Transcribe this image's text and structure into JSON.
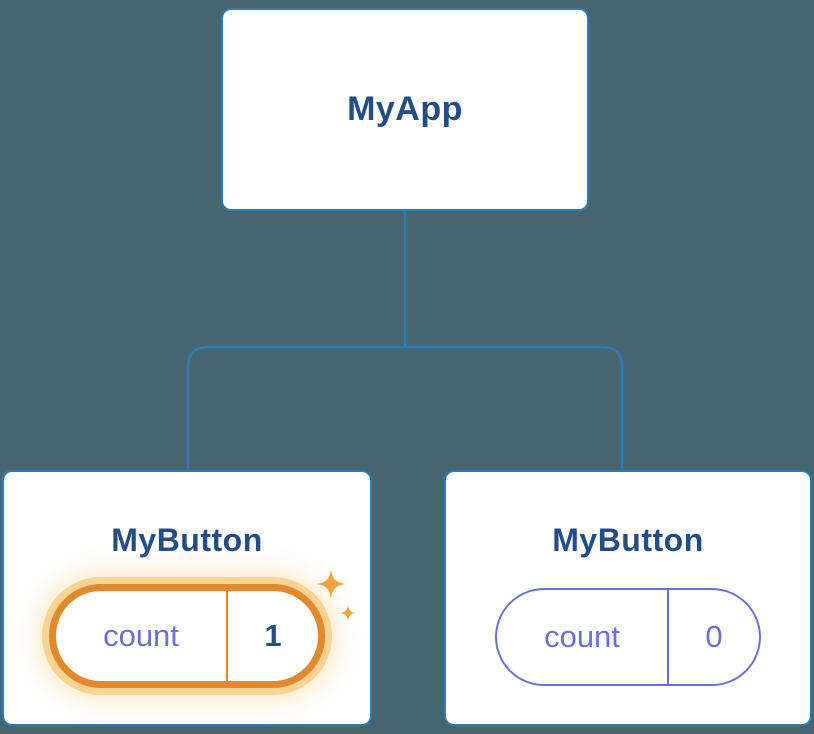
{
  "colors": {
    "background": "#456570",
    "node_fill": "#FFFFFF",
    "node_border": "#2E7CB5",
    "connector": "#2E7CB5",
    "heading_text": "#234D85",
    "state_text": "#6B70D6",
    "state_pill_border": "#6B70D6",
    "highlight_border": "#E0892F",
    "highlight_glow": "#F8D391",
    "sparkle": "#F2A33C"
  },
  "tree": {
    "root": {
      "label": "MyApp"
    },
    "children": [
      {
        "label": "MyButton",
        "state": {
          "name": "count",
          "value": "1",
          "highlighted": true
        }
      },
      {
        "label": "MyButton",
        "state": {
          "name": "count",
          "value": "0",
          "highlighted": false
        }
      }
    ]
  },
  "icons": {
    "sparkle_large": "sparkle-large-icon",
    "sparkle_small": "sparkle-small-icon"
  }
}
